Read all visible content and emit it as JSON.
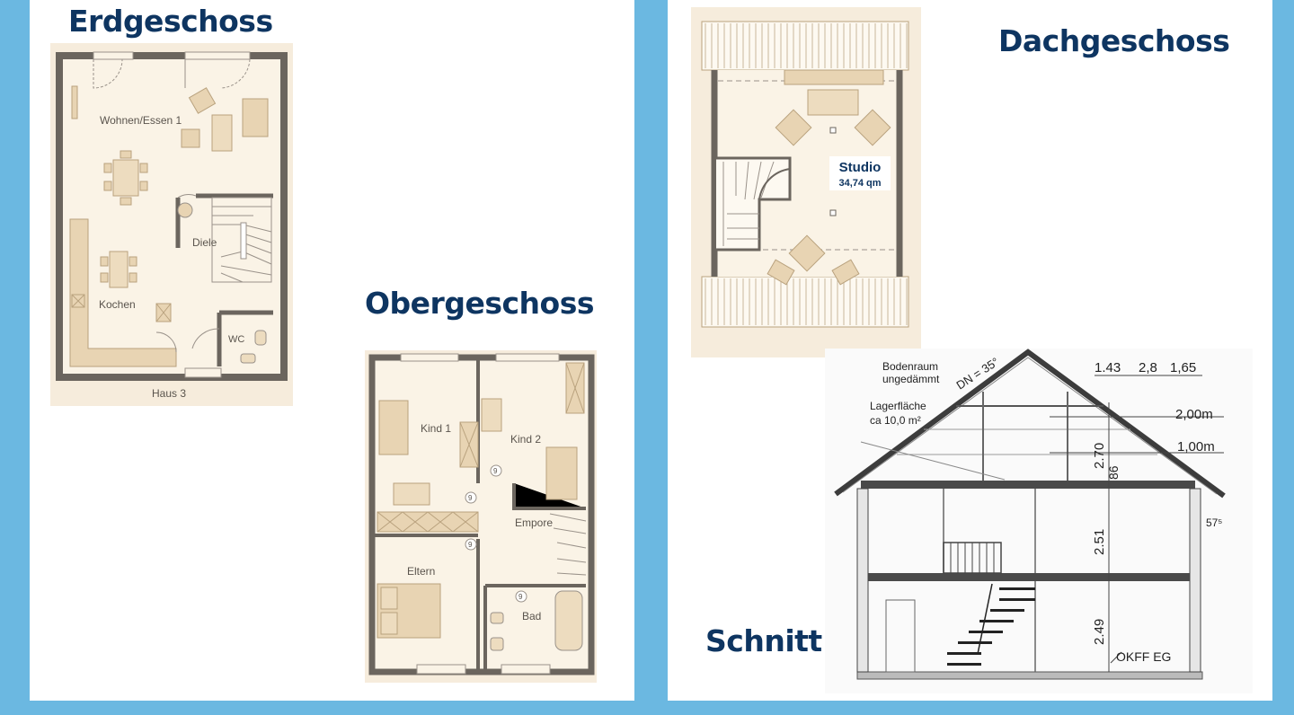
{
  "headings": {
    "ground_floor": "Erdgeschoss",
    "upper_floor": "Obergeschoss",
    "attic": "Dachgeschoss",
    "section": "Schnitt"
  },
  "ground_floor": {
    "living_dining": "Wohnen/Essen 1",
    "hall": "Diele",
    "kitchen": "Kochen",
    "wc": "WC",
    "house": "Haus 3"
  },
  "upper_floor": {
    "child1": "Kind 1",
    "child2": "Kind 2",
    "gallery": "Empore",
    "parents": "Eltern",
    "bath": "Bad",
    "door_mark": "9"
  },
  "attic": {
    "studio": "Studio",
    "area": "34,74 qm"
  },
  "section": {
    "roof_pitch": "DN = 35°",
    "storage_attic": "Bodenraum",
    "storage_attic_2": "ungedämmt",
    "storage_area": "Lagerfläche",
    "storage_area_2": "ca 10,0 m²",
    "dim_top_1": "1.43",
    "dim_top_2": "2,8",
    "dim_top_3": "1,65",
    "h_200": "2,00m",
    "h_100": "1,00m",
    "dim_270": "2.70",
    "dim_86": "86",
    "dim_251": "2.51",
    "dim_57": "57⁵",
    "dim_249": "2.49",
    "okff": "OKFF EG"
  }
}
